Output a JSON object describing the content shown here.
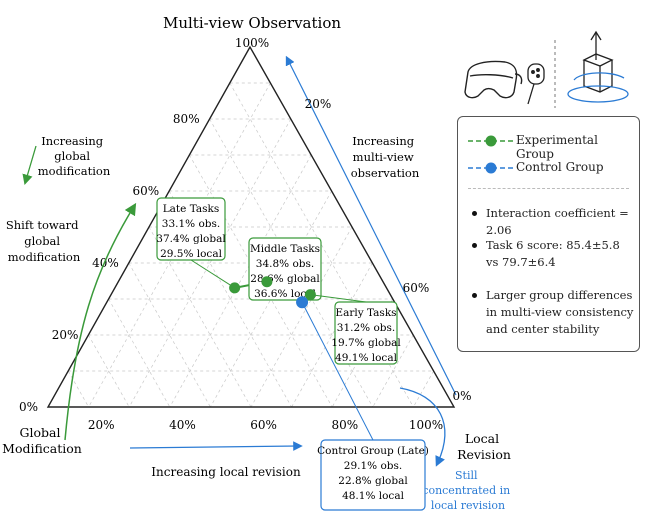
{
  "chart_data": {
    "type": "ternary",
    "title": "Multi-view Observation",
    "axes": {
      "top": {
        "label": "Multi-view Observation",
        "vertex_label": "100%"
      },
      "left": {
        "label_lines": [
          "Global",
          "Modification"
        ]
      },
      "right": {
        "label_lines": [
          "Local",
          "Revision"
        ]
      },
      "left_ticks": [
        "0%",
        "20%",
        "40%",
        "60%",
        "80%",
        "100%"
      ],
      "bottom_ticks": [
        "20%",
        "40%",
        "60%",
        "80%",
        "100%"
      ],
      "right_ticks": [
        "0%",
        "20%",
        "60%"
      ]
    },
    "series": [
      {
        "name": "Experimental Group",
        "color": "#3a9a3a",
        "points": [
          {
            "label": "Late Tasks",
            "obs": 33.1,
            "global": 37.4,
            "local": 29.5,
            "lines": [
              "Late Tasks",
              "33.1% obs.",
              "37.4% global",
              "29.5% local"
            ]
          },
          {
            "label": "Middle Tasks",
            "obs": 34.8,
            "global": 28.6,
            "local": 36.6,
            "lines": [
              "Middle Tasks",
              "34.8% obs.",
              "28.6% global",
              "36.6% local"
            ]
          },
          {
            "label": "Early Tasks",
            "obs": 31.2,
            "global": 19.7,
            "local": 49.1,
            "lines": [
              "Early Tasks",
              "31.2% obs.",
              "19.7% global",
              "49.1% local"
            ]
          }
        ]
      },
      {
        "name": "Control Group",
        "color": "#2b7bd4",
        "points": [
          {
            "label": "Control Group (Late)",
            "obs": 29.1,
            "global": 22.8,
            "local": 48.1,
            "lines": [
              "Control Group (Late)",
              "29.1% obs.",
              "22.8% global",
              "48.1% local"
            ]
          }
        ]
      }
    ],
    "annotations": {
      "increasing_global": [
        "Increasing",
        "global",
        "modification"
      ],
      "shift_global": [
        "Shift toward",
        "global",
        "modification"
      ],
      "increasing_multiview": [
        "Increasing",
        "multi-view",
        "observation"
      ],
      "increasing_local": "Increasing local revision",
      "still_local": [
        "Still",
        "concentrated in",
        "local revision"
      ]
    },
    "notes": [
      "Interaction coefficient = 2.06",
      "Task 6 score: 85.4±5.8 vs 79.7±6.4",
      "Larger group differences in multi-view consistency and center stability"
    ],
    "colors": {
      "green": "#3a9a3a",
      "blue": "#2b7bd4",
      "grid": "#c8c8c8"
    },
    "icons": [
      "vr-headset-icon",
      "controller-icon",
      "cube-rotation-icon"
    ]
  }
}
